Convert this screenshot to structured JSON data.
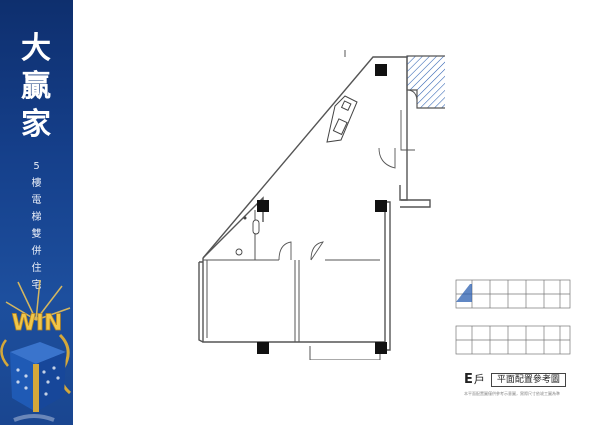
{
  "brand": {
    "title_chars": [
      "大",
      "贏",
      "家"
    ],
    "tagline_chars": [
      "5",
      "樓",
      "電",
      "梯",
      "雙",
      "併",
      "住",
      "宅"
    ],
    "box_text": "WIN"
  },
  "plan": {
    "unit_letter": "E",
    "unit_suffix": "戶",
    "title": "平面配置參考圖",
    "note": "本平面配置圖僅供參考示意圖，實際尺寸依竣工圖為準"
  },
  "colors": {
    "sidebar": "#153f8a",
    "wall": "#555555",
    "column": "#111111",
    "hatch_highlight": "#2b5fb0",
    "box_blue": "#1f5ab5",
    "gold": "#d4a83a"
  }
}
